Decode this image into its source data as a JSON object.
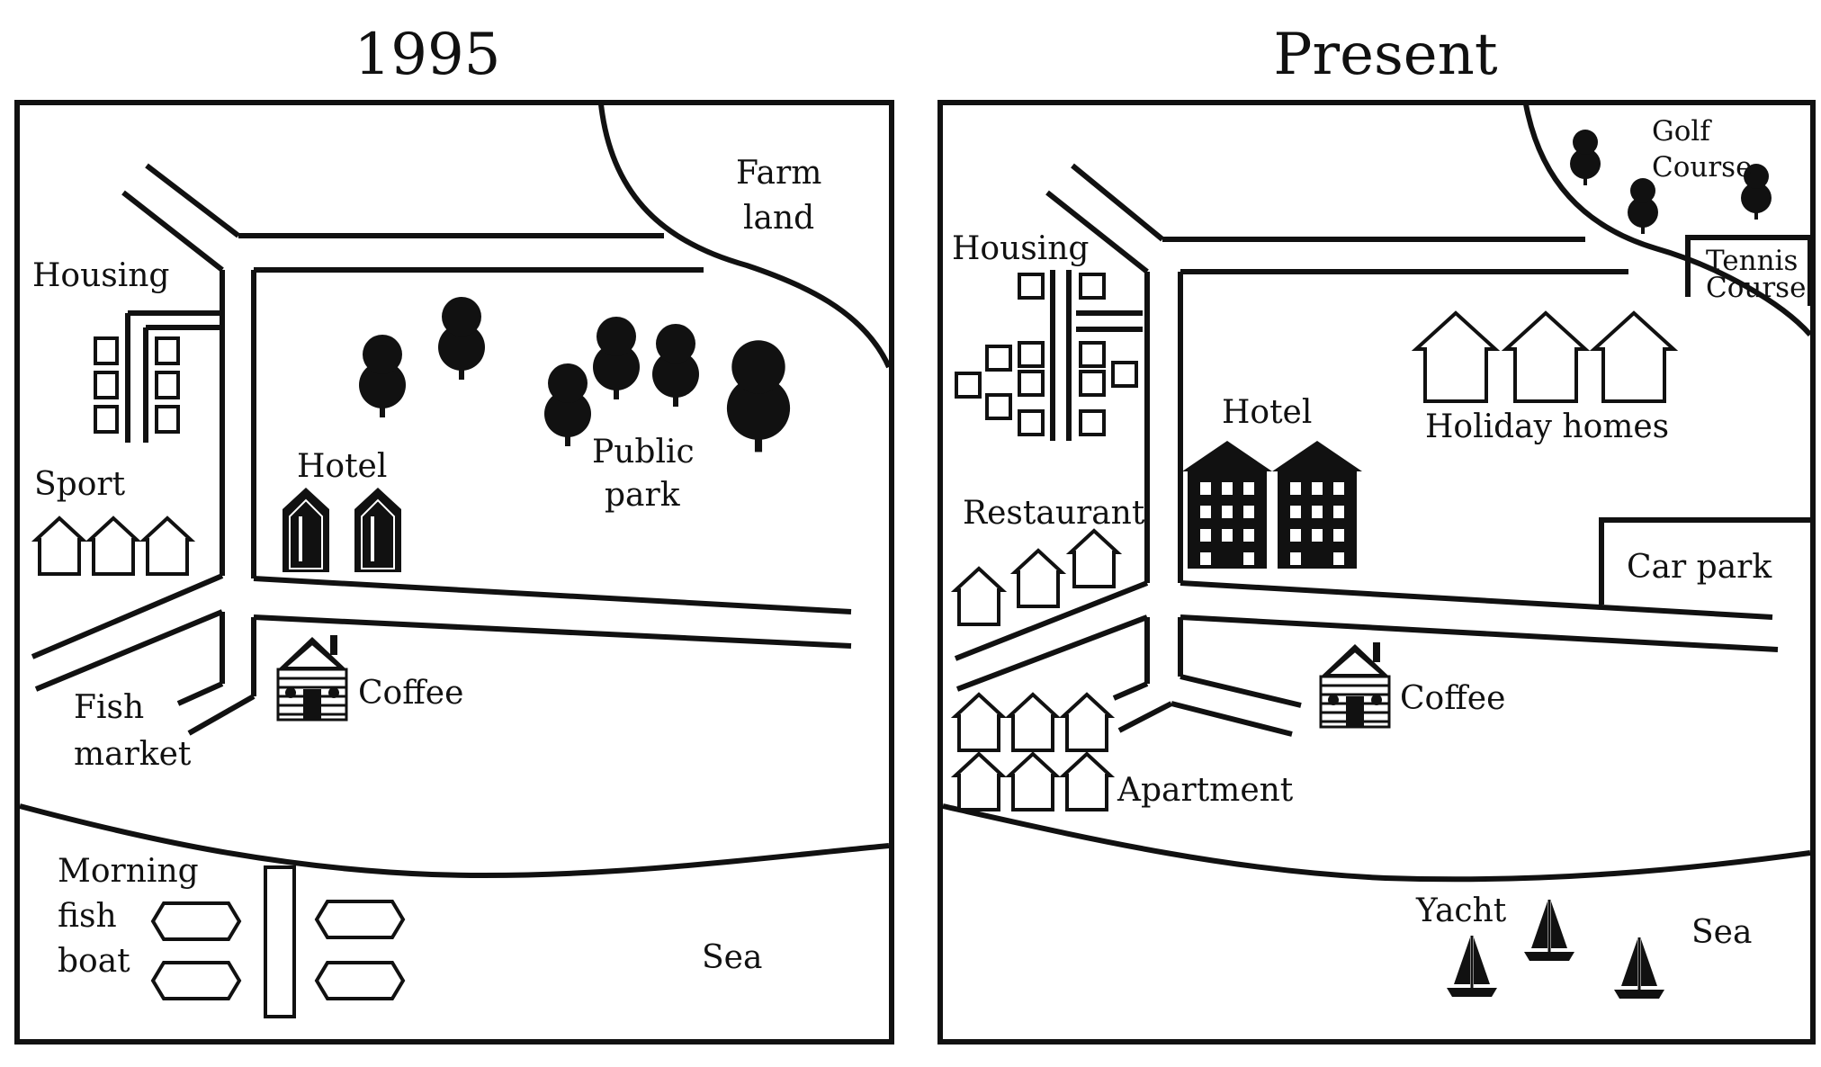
{
  "maps": [
    {
      "title": "1995",
      "labels": {
        "housing": "Housing",
        "sport": "Sport",
        "fish_market": [
          "Fish",
          "market"
        ],
        "hotel": "Hotel",
        "coffee": "Coffee",
        "public_park": [
          "Public",
          "park"
        ],
        "farm_land": [
          "Farm",
          "land"
        ],
        "morning_fish_boat": [
          "Morning",
          "fish",
          "boat"
        ],
        "sea": "Sea"
      }
    },
    {
      "title": "Present",
      "labels": {
        "housing": "Housing",
        "restaurant": "Restaurant",
        "apartment": "Apartment",
        "hotel": "Hotel",
        "coffee": "Coffee",
        "holiday_homes": "Holiday homes",
        "car_park": "Car park",
        "golf_course": [
          "Golf",
          "Course"
        ],
        "tennis_course": [
          "Tennis",
          "Course"
        ],
        "yacht": "Yacht",
        "sea": "Sea"
      }
    }
  ],
  "icons": [
    "house-icon",
    "tree-icon",
    "hotel-icon",
    "coffee-house-icon",
    "boat-icon",
    "yacht-icon",
    "building-icon"
  ]
}
